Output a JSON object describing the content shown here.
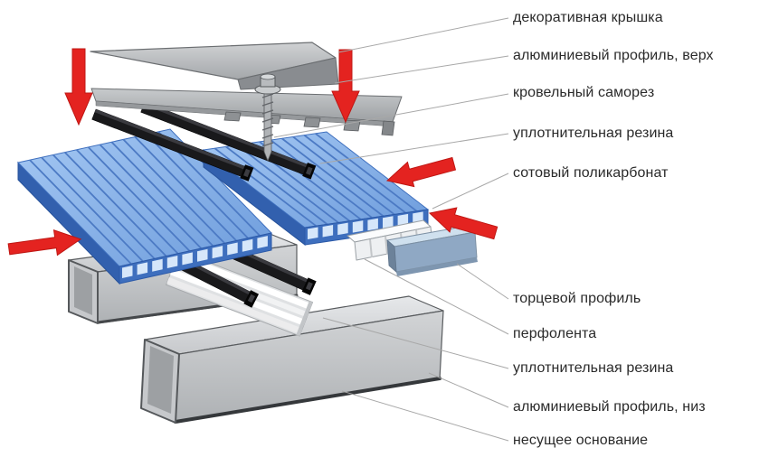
{
  "diagram": {
    "description": "Exploded assembly diagram of cellular polycarbonate roofing with aluminum profile",
    "labels": [
      {
        "id": "decorative-cap",
        "text": "декоративная крышка"
      },
      {
        "id": "aluminum-profile-top",
        "text": "алюминиевый профиль, верх"
      },
      {
        "id": "roofing-screw",
        "text": "кровельный саморез"
      },
      {
        "id": "sealing-rubber-top",
        "text": "уплотнительная резина"
      },
      {
        "id": "cellular-polycarbonate",
        "text": "сотовый поликарбонат"
      },
      {
        "id": "end-profile",
        "text": "торцевой профиль"
      },
      {
        "id": "perforated-tape",
        "text": "перфолента"
      },
      {
        "id": "sealing-rubber-bottom",
        "text": "уплотнительная резина"
      },
      {
        "id": "aluminum-profile-bottom",
        "text": "алюминиевый профиль, низ"
      },
      {
        "id": "supporting-base",
        "text": "несущее основание"
      }
    ],
    "colors": {
      "background": "#ffffff",
      "label_text": "#2a2a2a",
      "leader_line": "#a8a8a8",
      "arrow_red": "#e42320",
      "arrow_red_dark": "#bf1713",
      "panel_top_light": "#9ec2f2",
      "panel_top_dark": "#6d9cdc",
      "panel_ridge": "#4c7ac4",
      "panel_side": "#3260ae",
      "panel_front": "#3e6fbe",
      "panel_cell": "#d6e7fa",
      "rubber_black": "#19191b",
      "rubber_highlight": "#3a3a3f",
      "metal_light": "#e3e5e7",
      "metal_mid": "#c6c8cb",
      "metal_dark": "#9da0a3",
      "end_profile_web": "#8fa8c4",
      "end_profile_flange": "#cfe0ee",
      "tape_white": "#f4f6f8"
    }
  }
}
